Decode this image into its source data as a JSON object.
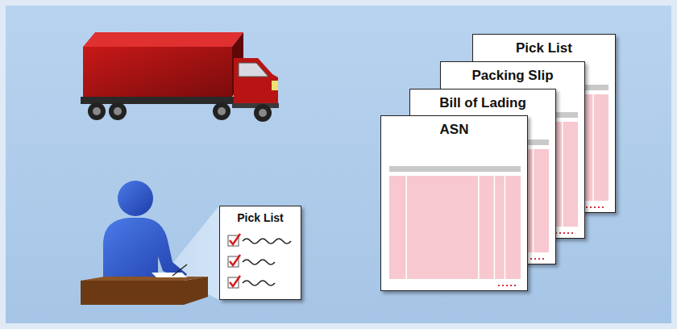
{
  "diagram": {
    "nodes": [
      {
        "text": [
          "Pick List"
        ]
      },
      {
        "text": [
          "Packing Slip"
        ]
      },
      {
        "text": [
          "Bill of Lading"
        ]
      },
      {
        "text": [
          "ASN"
        ]
      },
      {
        "text": [
          "Pick List"
        ]
      }
    ]
  }
}
